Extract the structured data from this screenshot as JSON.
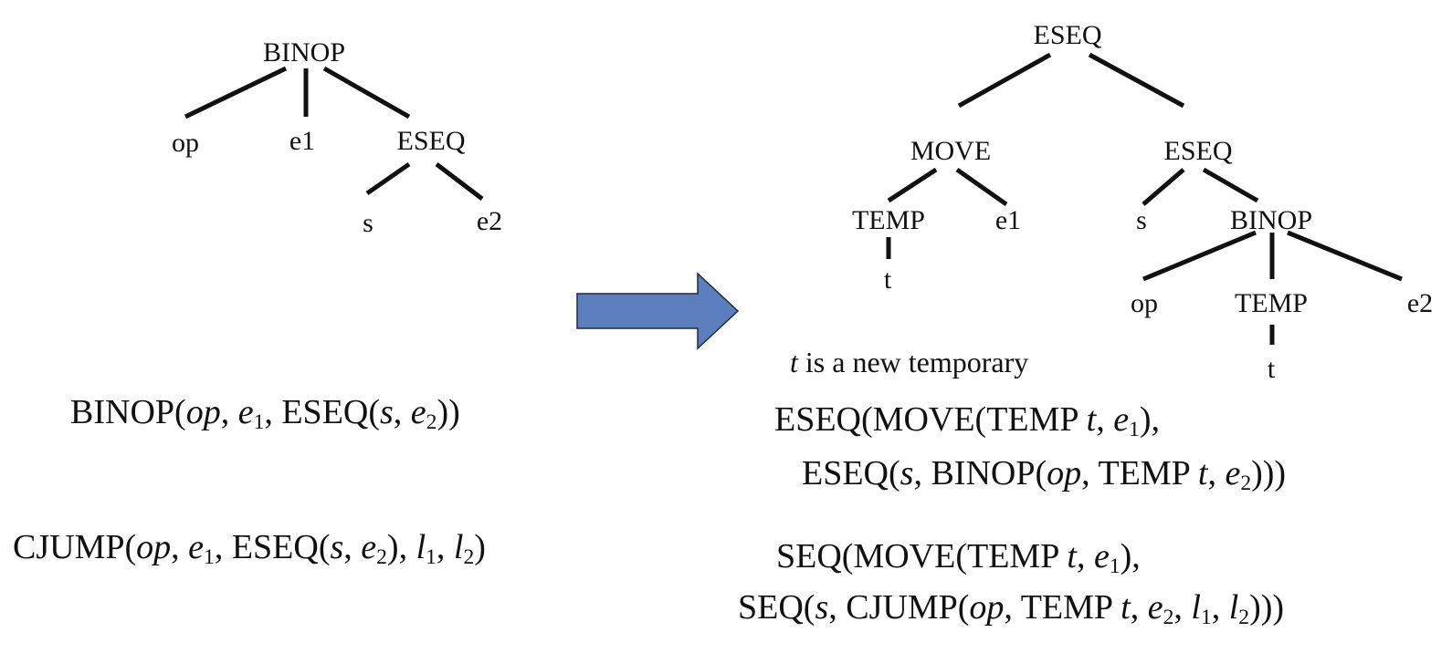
{
  "left_tree": {
    "root": "BINOP",
    "op": "op",
    "e1": "e1",
    "eseq": "ESEQ",
    "s": "s",
    "e2": "e2"
  },
  "right_tree": {
    "root": "ESEQ",
    "move": "MOVE",
    "eseq": "ESEQ",
    "temp1": "TEMP",
    "e1": "e1",
    "s": "s",
    "binop": "BINOP",
    "t1": "t",
    "op": "op",
    "temp2": "TEMP",
    "e2": "e2",
    "t2": "t"
  },
  "note": {
    "var": "t",
    "text": " is a new temporary"
  },
  "formulas": {
    "binop_left": {
      "head": "BINOP(",
      "op": "op",
      "sep1": ", ",
      "e": "e",
      "e_sub": "1",
      "mid": ", ESEQ(",
      "s": "s",
      "sep2": ", ",
      "e2": "e",
      "e2_sub": "2",
      "tail": "))"
    },
    "cjump_left": {
      "head": "CJUMP(",
      "op": "op",
      "sep1": ", ",
      "e": "e",
      "e_sub": "1",
      "mid": ", ESEQ(",
      "s": "s",
      "sep2": ", ",
      "e2": "e",
      "e2_sub": "2",
      "sep3": "), ",
      "l1": "l",
      "l1_sub": "1",
      "sep4": ", ",
      "l2": "l",
      "l2_sub": "2",
      "tail": ")"
    },
    "eseq_line1": {
      "head": "ESEQ(MOVE(TEMP ",
      "t": "t",
      "sep": ", ",
      "e": "e",
      "e_sub": "1",
      "tail": "),"
    },
    "eseq_line2": {
      "head": "ESEQ(",
      "s": "s",
      "mid": ", BINOP(",
      "op": "op",
      "mid2": ", TEMP ",
      "t": "t",
      "sep": ", ",
      "e": "e",
      "e_sub": "2",
      "tail": ")))"
    },
    "seq_line1": {
      "head": "SEQ(MOVE(TEMP ",
      "t": "t",
      "sep": ", ",
      "e": "e",
      "e_sub": "1",
      "tail": "),"
    },
    "seq_line2": {
      "head": "SEQ(",
      "s": "s",
      "mid": ", CJUMP(",
      "op": "op",
      "mid2": ", TEMP ",
      "t": "t",
      "sep": ", ",
      "e": "e",
      "e_sub": "2",
      "sep2": ", ",
      "l1": "l",
      "l1_sub": "1",
      "sep3": ", ",
      "l2": "l",
      "l2_sub": "2",
      "tail": ")))"
    }
  },
  "colors": {
    "arrow_fill": "#5b7fbd",
    "arrow_stroke": "#1e2a44"
  }
}
